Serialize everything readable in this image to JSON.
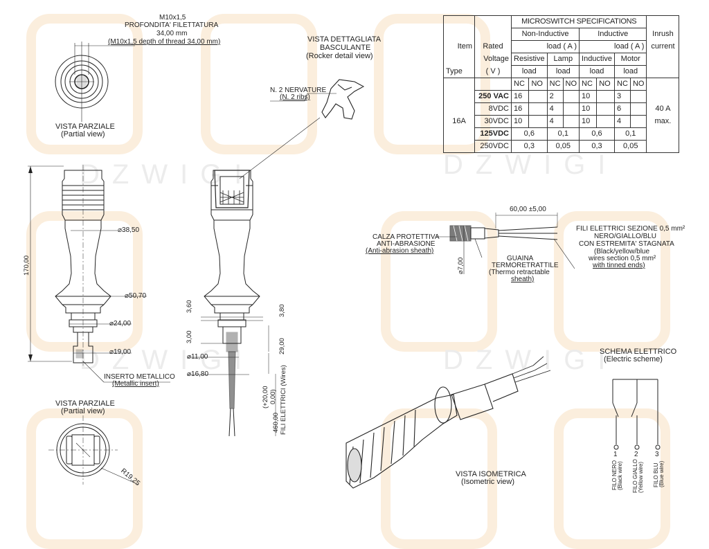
{
  "labels": {
    "thread_l1": "M10x1,5",
    "thread_l2": "PROFONDITA' FILETTATURA",
    "thread_l3": "34,00 mm",
    "thread_l4": "(M10x1,5 depth of thread 34,00 mm)",
    "partial_view_it": "VISTA PARZIALE",
    "partial_view_en": "(Partial view)",
    "rocker_it_1": "VISTA DETTAGLIATA",
    "rocker_it_2": "BASCULANTE",
    "rocker_en": "(Rocker detail view)",
    "ribs_it": "N. 2 NERVATURE",
    "ribs_en": "(N. 2 ribs)",
    "dim_height": "170,00",
    "dim_d38": "38,50",
    "dim_d50": "50,70",
    "dim_d24": "24,00",
    "dim_d19": "19,00",
    "dim_360": "3,60",
    "dim_300": "3,00",
    "dim_380": "3,80",
    "dim_2900": "29,00",
    "dim_d11": "11,00",
    "dim_d16": "16,80",
    "dim_460": "460,00",
    "dim_tol_plus": "(+20,00",
    "dim_tol_zero": "0,00)",
    "wires_label": "FILI ELETTRICI (Wires)",
    "insert_it": "INSERTO METALLICO",
    "insert_en": "(Metallic insert)",
    "partial_view2_it": "VISTA PARZIALE",
    "partial_view2_en": "(Partial view)",
    "dim_r19": "R19,25",
    "dim_60": "60,00 ±5,00",
    "sheath_it_1": "CALZA PROTETTIVA",
    "sheath_it_2": "ANTI-ABRASIONE",
    "sheath_en": "(Anti-abrasion sheath)",
    "dim_d7": "7,00",
    "thermo_it_1": "GUAINA",
    "thermo_it_2": "TERMORETRATTILE",
    "thermo_en_1": "(Thermo retractable",
    "thermo_en_2": "sheath)",
    "wire_it_1": "FILI ELETTRICI SEZIONE 0,5 mm²",
    "wire_it_2": "NERO/GIALLO/BLU",
    "wire_it_3": "CON ESTREMITA' STAGNATA",
    "wire_en_1": "(Black/yellow/blue",
    "wire_en_2": "wires section 0,5 mm²",
    "wire_en_3": "with tinned ends)",
    "iso_it": "VISTA ISOMETRICA",
    "iso_en": "(Isometric view)",
    "scheme_it": "SCHEMA ELETTRICO",
    "scheme_en": "(Electric scheme)",
    "terminal_1": "1",
    "terminal_2": "2",
    "terminal_3": "3",
    "wire_black_it": "FILO NERO",
    "wire_black_en": "(Black wire)",
    "wire_yellow_it": "FILO GIALLO",
    "wire_yellow_en": "(Yellow wire)",
    "wire_blue_it": "FILO BLU",
    "wire_blue_en": "(Blue wire)",
    "watermark_text": "DZWIGI"
  },
  "spec": {
    "title": "MICROSWITCH SPECIFICATIONS",
    "non_inductive": "Non-Inductive",
    "inductive": "Inductive",
    "inrush": "Inrush",
    "item": "Item",
    "rated": "Rated",
    "load_a": "load ( A )",
    "current": "current",
    "voltage": "Voltage",
    "resistive": "Resistive",
    "lamp": "Lamp",
    "inductive_col": "Inductive",
    "motor": "Motor",
    "type": "Type",
    "v_unit": "( V )",
    "load": "load",
    "nc": "NC",
    "no": "NO",
    "type_value": "16A",
    "inrush_value": "40 A",
    "inrush_unit": "max.",
    "rows": [
      {
        "voltage": "250 VAC",
        "r_nc": "16",
        "r_no": "",
        "l_nc": "2",
        "l_no": "",
        "i_nc": "10",
        "i_no": "",
        "m_nc": "3",
        "m_no": ""
      },
      {
        "voltage": "8VDC",
        "r_nc": "16",
        "r_no": "",
        "l_nc": "4",
        "l_no": "",
        "i_nc": "10",
        "i_no": "",
        "m_nc": "6",
        "m_no": ""
      },
      {
        "voltage": "30VDC",
        "r_nc": "10",
        "r_no": "",
        "l_nc": "4",
        "l_no": "",
        "i_nc": "10",
        "i_no": "",
        "m_nc": "4",
        "m_no": ""
      }
    ],
    "rows_merged": [
      {
        "voltage": "125VDC",
        "resistive": "0,6",
        "lamp": "0,1",
        "inductive": "0,6",
        "motor": "0,1"
      },
      {
        "voltage": "250VDC",
        "resistive": "0,3",
        "lamp": "0,05",
        "inductive": "0,3",
        "motor": "0,05"
      }
    ]
  }
}
